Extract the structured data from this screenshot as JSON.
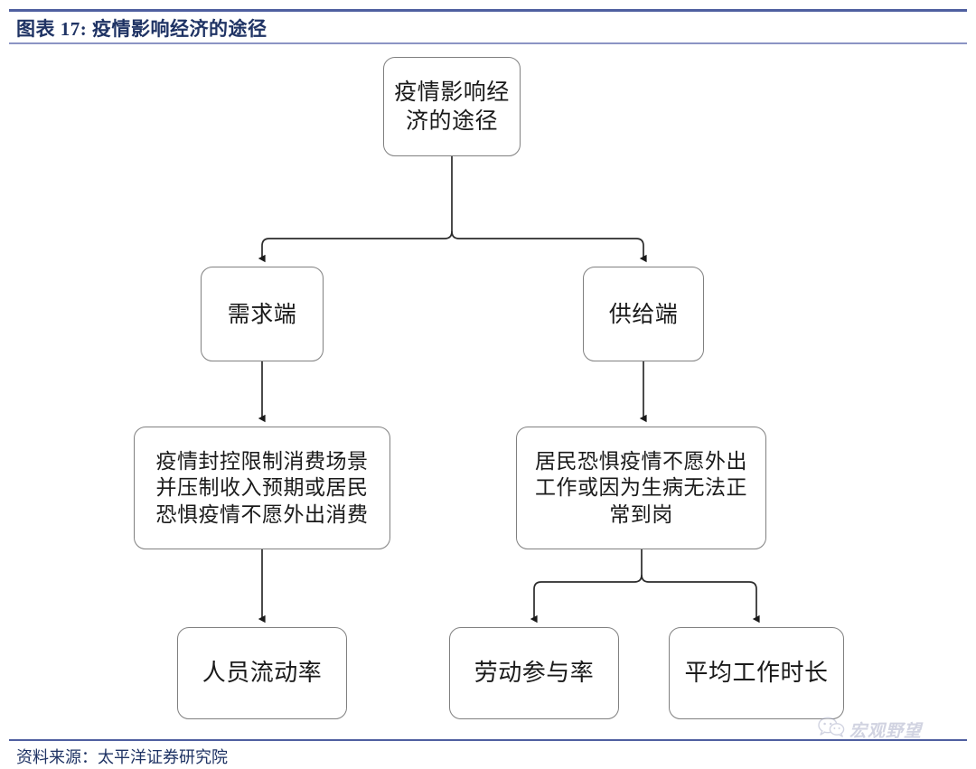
{
  "header": {
    "title": "图表 17: 疫情影响经济的途径",
    "rule_color": "#4f5fa0"
  },
  "diagram": {
    "type": "flowchart",
    "orientation": "top-down",
    "node_style": {
      "fill": "#ffffff",
      "border_color": "#808080",
      "text_color": "#1a1a1a",
      "corner": "rounded"
    },
    "edge_style": {
      "color": "#2b2b2b",
      "arrowhead": "filled-triangle"
    },
    "nodes": {
      "root": "疫情影响经\n济的途径",
      "demand": "需求端",
      "supply": "供给端",
      "demand_detail": "疫情封控限制消费场景\n并压制收入预期或居民\n恐惧疫情不愿外出消费",
      "supply_detail": "居民恐惧疫情不愿外出\n工作或因为生病无法正\n常到岗",
      "mobility": "人员流动率",
      "labor": "劳动参与率",
      "hours": "平均工作时长"
    },
    "edges": [
      {
        "from": "root",
        "to": "demand"
      },
      {
        "from": "root",
        "to": "supply"
      },
      {
        "from": "demand",
        "to": "demand_detail"
      },
      {
        "from": "supply",
        "to": "supply_detail"
      },
      {
        "from": "demand_detail",
        "to": "mobility"
      },
      {
        "from": "supply_detail",
        "to": "labor"
      },
      {
        "from": "supply_detail",
        "to": "hours"
      }
    ]
  },
  "footer": {
    "source": "资料来源：太平洋证券研究院"
  },
  "watermark": {
    "label": "宏观野望",
    "icon": "wechat-icon"
  }
}
